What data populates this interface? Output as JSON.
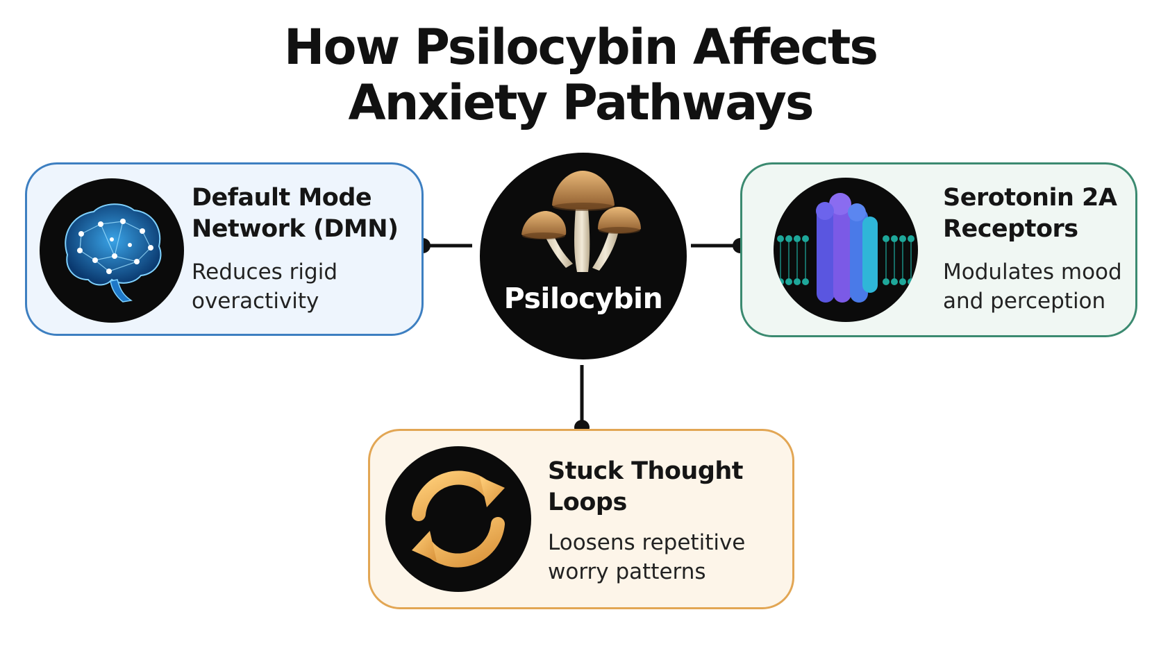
{
  "title": {
    "line1": "How Psilocybin Affects",
    "line2": "Anxiety Pathways"
  },
  "center": {
    "label": "Psilocybin",
    "icon": "mushroom-icon"
  },
  "cards": {
    "dmn": {
      "heading_line1": "Default Mode",
      "heading_line2": "Network (DMN)",
      "desc_line1": "Reduces rigid",
      "desc_line2": "overactivity",
      "icon": "brain-network-icon",
      "border_color": "#3d7fc1",
      "bg_color": "#eef5fd"
    },
    "serotonin": {
      "heading_line1": "Serotonin 2A",
      "heading_line2": "Receptors",
      "desc_line1": "Modulates mood",
      "desc_line2": "and perception",
      "icon": "receptor-protein-icon",
      "border_color": "#3b8a70",
      "bg_color": "#f0f7f3"
    },
    "loops": {
      "heading_line1": "Stuck Thought",
      "heading_line2": "Loops",
      "desc_line1": "Loosens repetitive",
      "desc_line2": "worry patterns",
      "icon": "refresh-cycle-icon",
      "border_color": "#e2a654",
      "bg_color": "#fdf5e9"
    }
  }
}
